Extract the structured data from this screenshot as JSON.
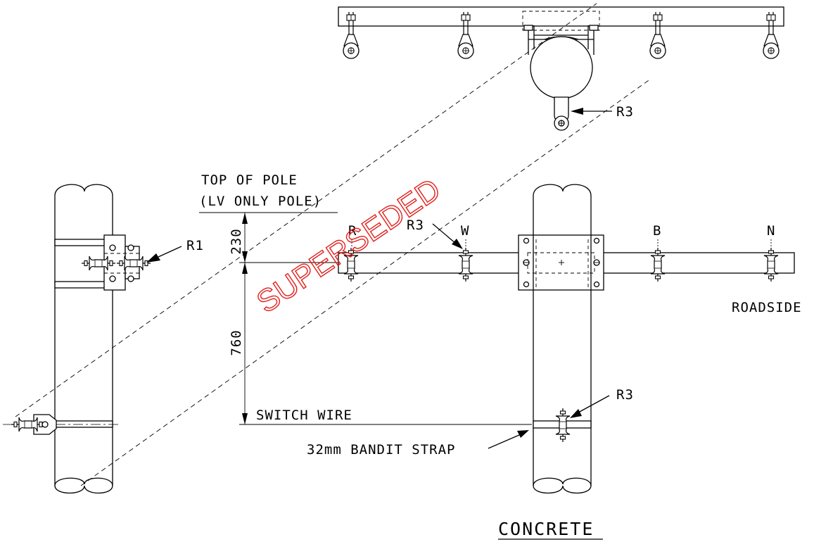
{
  "labels": {
    "top_of_pole_line1": "TOP OF POLE",
    "top_of_pole_line2": "(LV ONLY POLE)",
    "dim_top": "230",
    "dim_bottom": "760",
    "switch_wire": "SWITCH WIRE",
    "bandit_strap": "32mm BANDIT STRAP",
    "roadside": "ROADSIDE",
    "title": "CONCRETE",
    "phase_r": "R",
    "phase_w": "W",
    "phase_b": "B",
    "phase_n": "N",
    "ref_r1": "R1",
    "ref_r3_top": "R3",
    "ref_r3_crossarm": "R3",
    "ref_r3_switch": "R3"
  },
  "stamp": {
    "text": "SUPERSEDED",
    "color": "#e0201c"
  }
}
